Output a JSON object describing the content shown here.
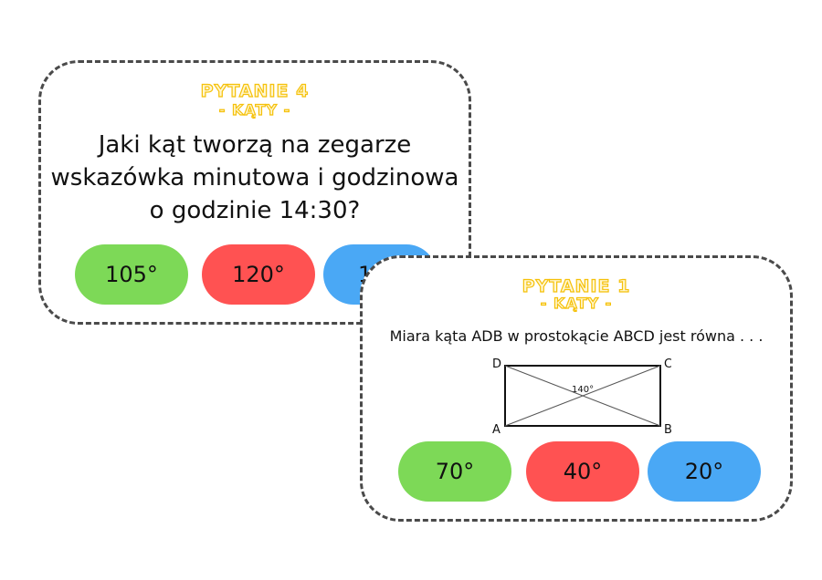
{
  "card_back": {
    "title": "PYTANIE 4",
    "subtitle": "- KĄTY -",
    "question_lines": [
      "Jaki kąt tworzą na zegarze",
      "wskazówka minutowa i godzinowa",
      "o godzinie 14:30?"
    ],
    "answers": [
      "105°",
      "120°",
      "1"
    ]
  },
  "card_front": {
    "title": "PYTANIE 1",
    "subtitle": "- KĄTY -",
    "question": "Miara kąta ADB w prostokącie ABCD jest równa . . .",
    "figure": {
      "vertices": [
        "D",
        "C",
        "A",
        "B"
      ],
      "angle_label": "140°"
    },
    "answers": [
      "70°",
      "40°",
      "20°"
    ]
  },
  "colors": {
    "answer_green": "#7dd957",
    "answer_red": "#ff5252",
    "answer_blue": "#4aa8f5",
    "title_stroke": "#f5c10a",
    "card_border": "#4a4a4a"
  }
}
